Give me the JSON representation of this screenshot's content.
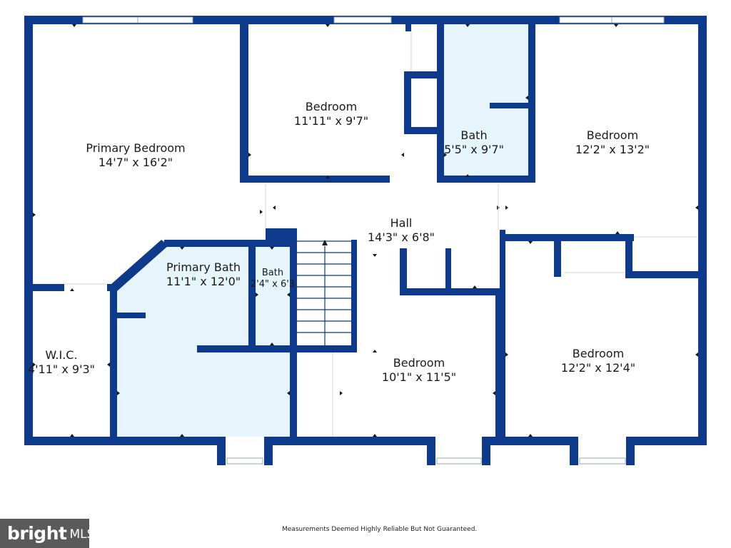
{
  "rooms": [
    {
      "name": "Primary Bedroom",
      "dims": "14'7\" x 16'2\""
    },
    {
      "name": "Bedroom",
      "dims": "11'11\" x 9'7\""
    },
    {
      "name": "Bath",
      "dims": "5'5\" x 9'7\""
    },
    {
      "name": "Bedroom",
      "dims": "12'2\" x 13'2\""
    },
    {
      "name": "Hall",
      "dims": "14'3\" x 6'8\""
    },
    {
      "name": "Primary Bath",
      "dims": "11'1\" x 12'0\""
    },
    {
      "name": "Bath",
      "dims": "2'4\" x 6'3"
    },
    {
      "name": "W.I.C.",
      "dims": "4'11\" x 9'3\""
    },
    {
      "name": "Bedroom",
      "dims": "10'1\" x 11'5\""
    },
    {
      "name": "Bedroom",
      "dims": "12'2\" x 12'4\""
    }
  ],
  "disclaimer": "Measurements Deemed Highly Reliable But Not Guaranteed.",
  "logo": {
    "word": "bright",
    "suffix": "MLS"
  },
  "colors": {
    "wall": "#0d3a8a",
    "bath_fill": "#e6f4fc",
    "logo_bg": "#5a5a5a"
  }
}
